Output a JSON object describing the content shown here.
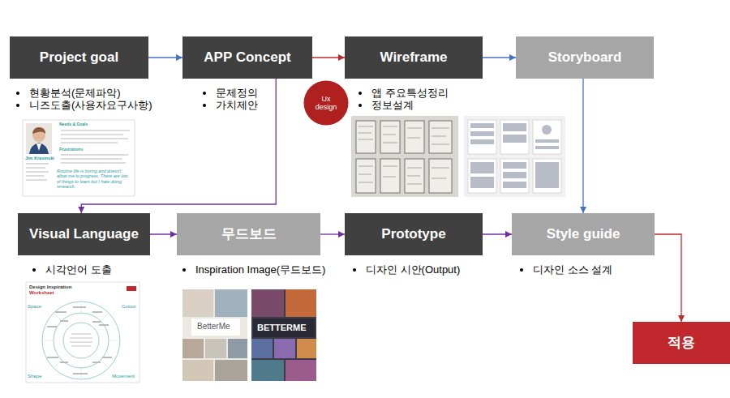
{
  "diagram": {
    "nodes": [
      {
        "text": [
          "Project goal"
        ]
      },
      {
        "text": [
          "APP Concept"
        ]
      },
      {
        "text": [
          "Wireframe"
        ]
      },
      {
        "text": [
          "Storyboard"
        ]
      },
      {
        "text": [
          "Ux design"
        ]
      },
      {
        "text": [
          "Visual Language"
        ]
      },
      {
        "text": [
          "무드보드"
        ]
      },
      {
        "text": [
          "Prototype"
        ]
      },
      {
        "text": [
          "Style guide"
        ]
      },
      {
        "text": [
          "적용"
        ]
      }
    ],
    "edges": [
      {
        "from": 0,
        "to": 1,
        "arrow": "to"
      },
      {
        "from": 1,
        "to": 2,
        "arrow": "to"
      },
      {
        "from": 2,
        "to": 3,
        "arrow": "to"
      },
      {
        "from": 1,
        "to": 5,
        "arrow": "to"
      },
      {
        "from": 3,
        "to": 8,
        "arrow": "to"
      },
      {
        "from": 5,
        "to": 6,
        "arrow": "to"
      },
      {
        "from": 6,
        "to": 7,
        "arrow": "to"
      },
      {
        "from": 7,
        "to": 8,
        "arrow": "to"
      },
      {
        "from": 8,
        "to": 9,
        "arrow": "to"
      }
    ],
    "labels": [
      "현황분석(문제파악)",
      "니즈도출(사용자요구사항)",
      "문제정의",
      "가치제안",
      "앱 주요특성정리",
      "정보설계",
      "시각언어 도출",
      "Inspiration Image(무드보드)",
      "디자인 시안(Output)",
      "디자인 소스 설계",
      "Jim Krasinski",
      "Needs & Goals",
      "Frustrations",
      "Routine life is boring and doesn't allow me to progress. There are lots of things to learn but I hate doing research.",
      "Design Inspiration",
      "Worksheet",
      "Space",
      "Colour",
      "Shape",
      "Movement",
      "BetterMe",
      "BETTERME"
    ]
  }
}
